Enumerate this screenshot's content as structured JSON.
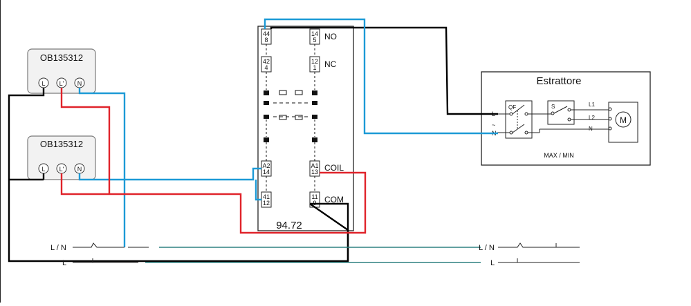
{
  "devices": {
    "dimmer_a": {
      "label": "OB135312",
      "terminals": [
        "L",
        "L'",
        "N"
      ]
    },
    "dimmer_b": {
      "label": "OB135312",
      "terminals": [
        "L",
        "L'",
        "N"
      ]
    }
  },
  "relay": {
    "model": "94.72",
    "terminals": {
      "t44": [
        "44",
        "8"
      ],
      "t14": [
        "14",
        "5"
      ],
      "t42": [
        "42",
        "4"
      ],
      "t12": [
        "12",
        "1"
      ],
      "tA2": [
        "A2",
        "14"
      ],
      "tA1": [
        "A1",
        "13"
      ],
      "t41": [
        "41",
        "12"
      ],
      "t11": [
        "11",
        "9"
      ]
    },
    "labels": {
      "no": "NO",
      "nc": "NC",
      "coil": "COIL",
      "com": "COM"
    }
  },
  "extractor": {
    "title": "Estrattore",
    "inputs": {
      "l": "L",
      "tilde": "~",
      "n": "N"
    },
    "qf": "QF",
    "s": "S",
    "outputs": {
      "l1": "L1",
      "l2": "L2",
      "n": "N"
    },
    "motor": "M",
    "footer": "MAX / MIN"
  },
  "bus": {
    "left_ln": "L / N",
    "left_l": "L",
    "right_ln": "L / N",
    "right_l": "L"
  },
  "colors": {
    "black": "#000000",
    "blue": "#1c9ad6",
    "red": "#e0232a",
    "teal": "#2e8080",
    "device_border": "#7a7a7a",
    "device_fill": "#f2f2f2",
    "terminal_fill": "#111111"
  }
}
